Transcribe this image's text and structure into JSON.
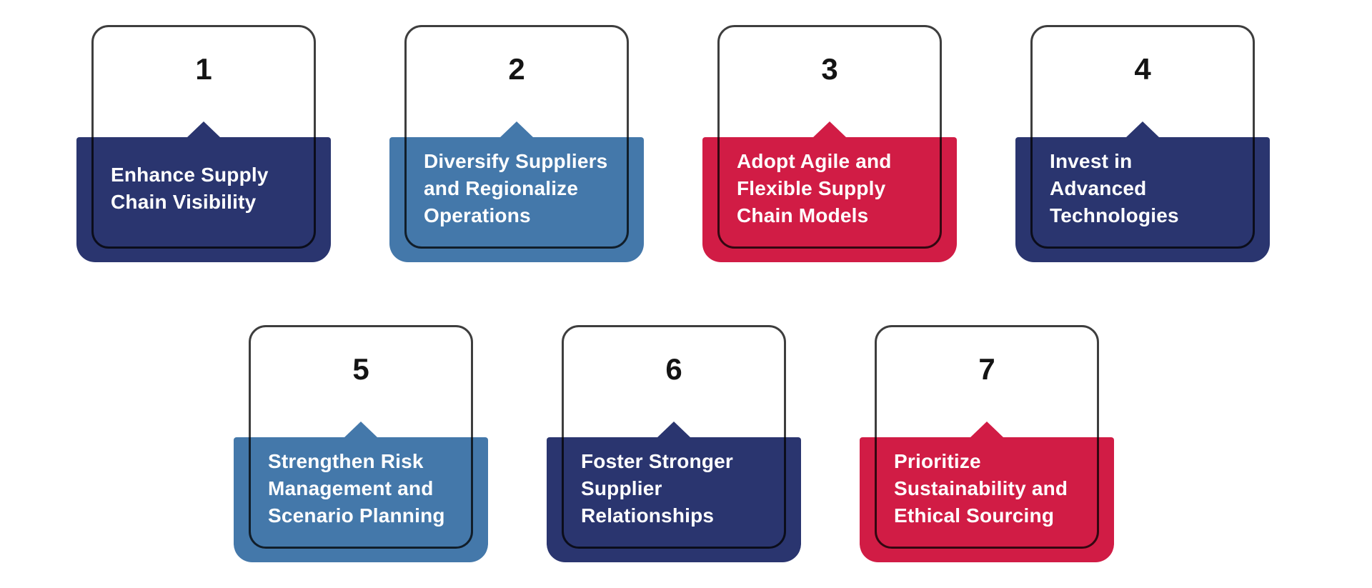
{
  "colors": {
    "navy": "#2a356f",
    "blue": "#4478aa",
    "red": "#d11c45",
    "outline_stroke": "#3e3e3e",
    "number_text": "#141414",
    "label_text": "#ffffff",
    "background": "#ffffff"
  },
  "cards": [
    {
      "number": "1",
      "label": "Enhance Supply\nChain Visibility",
      "color": "#2a356f"
    },
    {
      "number": "2",
      "label": "Diversify Suppliers\nand Regionalize\nOperations",
      "color": "#4478aa"
    },
    {
      "number": "3",
      "label": "Adopt Agile and\nFlexible Supply\nChain Models",
      "color": "#d11c45"
    },
    {
      "number": "4",
      "label": "Invest in\nAdvanced\nTechnologies",
      "color": "#2a356f"
    },
    {
      "number": "5",
      "label": "Strengthen Risk\nManagement and\nScenario Planning",
      "color": "#4478aa"
    },
    {
      "number": "6",
      "label": "Foster Stronger\nSupplier\nRelationships",
      "color": "#2a356f"
    },
    {
      "number": "7",
      "label": "Prioritize\nSustainability and\nEthical Sourcing",
      "color": "#d11c45"
    }
  ]
}
